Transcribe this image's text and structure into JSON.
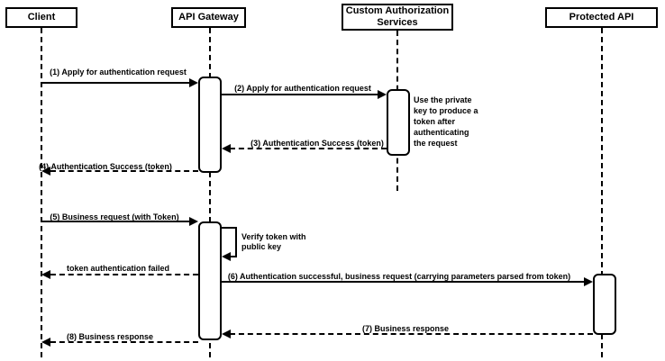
{
  "diagram_type": "uml-sequence-diagram",
  "colors": {
    "stroke": "#000000",
    "fill": "#ffffff"
  },
  "participants": [
    {
      "label": "Client"
    },
    {
      "label": "API Gateway"
    },
    {
      "label": "Custom Authorization Services"
    },
    {
      "label": "Protected API"
    }
  ],
  "messages": [
    {
      "label": "(1) Apply for authentication request",
      "from": "Client",
      "to": "API Gateway",
      "style": "solid"
    },
    {
      "label": "(2) Apply for authentication request",
      "from": "API Gateway",
      "to": "Custom Authorization Services",
      "style": "solid"
    },
    {
      "label": "(3) Authentication Success (token)",
      "from": "Custom Authorization Services",
      "to": "API Gateway",
      "style": "dashed"
    },
    {
      "label": "(4) Authentication Success (token)",
      "from": "API Gateway",
      "to": "Client",
      "style": "dashed"
    },
    {
      "label": "(5) Business request (with Token)",
      "from": "Client",
      "to": "API Gateway",
      "style": "solid"
    },
    {
      "label": "Verify token with public key",
      "from": "API Gateway",
      "to": "API Gateway",
      "style": "self"
    },
    {
      "label": "token authentication failed",
      "from": "API Gateway",
      "to": "Client",
      "style": "dashed"
    },
    {
      "label": "(6) Authentication successful, business request (carrying parameters parsed from token)",
      "from": "API Gateway",
      "to": "Protected API",
      "style": "solid"
    },
    {
      "label": "(7) Business response",
      "from": "Protected API",
      "to": "API Gateway",
      "style": "dashed"
    },
    {
      "label": "(8) Business response",
      "from": "API Gateway",
      "to": "Client",
      "style": "dashed"
    }
  ],
  "note": {
    "text": "Use the private key to produce a token after authenticating the request"
  }
}
